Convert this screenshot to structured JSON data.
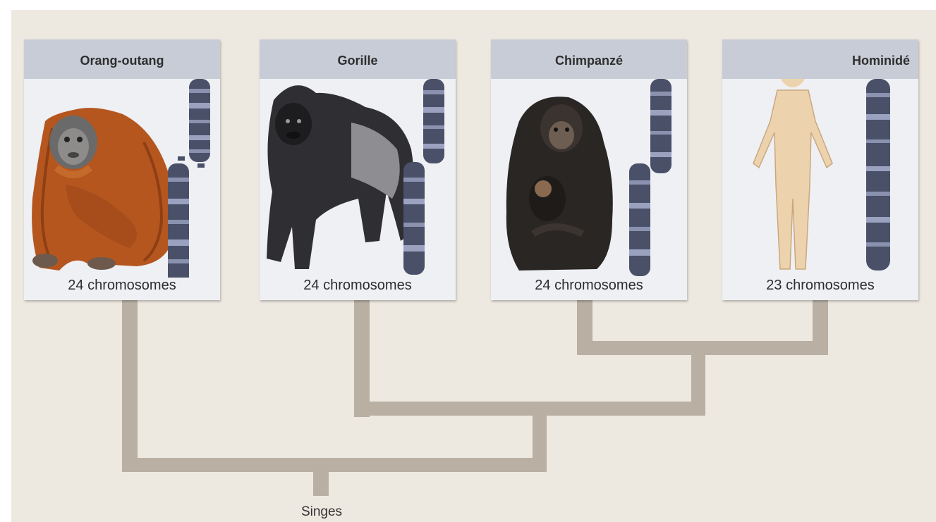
{
  "species": [
    {
      "name": "Orang-outang",
      "count_label": "24 chromosomes"
    },
    {
      "name": "Gorille",
      "count_label": "24 chromosomes"
    },
    {
      "name": "Chimpanzé",
      "count_label": "24 chromosomes"
    },
    {
      "name": "Hominidé",
      "count_label": "23 chromosomes"
    }
  ],
  "root_label": "Singes",
  "colors": {
    "background": "#ede8e0",
    "card": "#eef0f4",
    "card_header": "#c8ccd6",
    "branch": "#b9b0a3",
    "chromosome": "#4a5068",
    "orangutan": "#b5561f",
    "gorilla": "#2e2e33",
    "chimpanzee": "#2a2624",
    "human_skin": "#edd3ad"
  }
}
